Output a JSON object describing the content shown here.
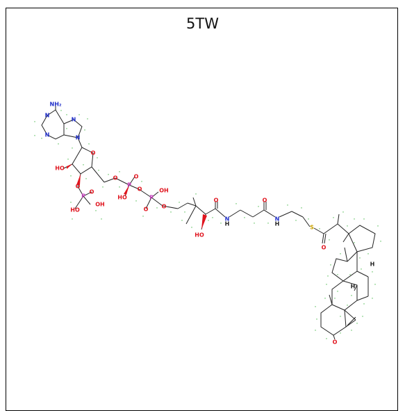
{
  "title": "5TW",
  "colors": {
    "bond": "#222222",
    "nitrogen": "#1f2ec9",
    "oxygen": "#e0141e",
    "phosphorus": "#c83fbf",
    "sulfur": "#c9a100",
    "hydrogen_label": "#48b84a",
    "stereo_wedge": "#e0141e"
  },
  "atoms": {
    "nh2": "NH₂",
    "n": "N",
    "o": "O",
    "ho": "HO",
    "oh": "OH",
    "p": "P",
    "nh": "N",
    "h_nh": "H",
    "s": "S",
    "h": "H"
  },
  "hydrogen_label_text": "H"
}
